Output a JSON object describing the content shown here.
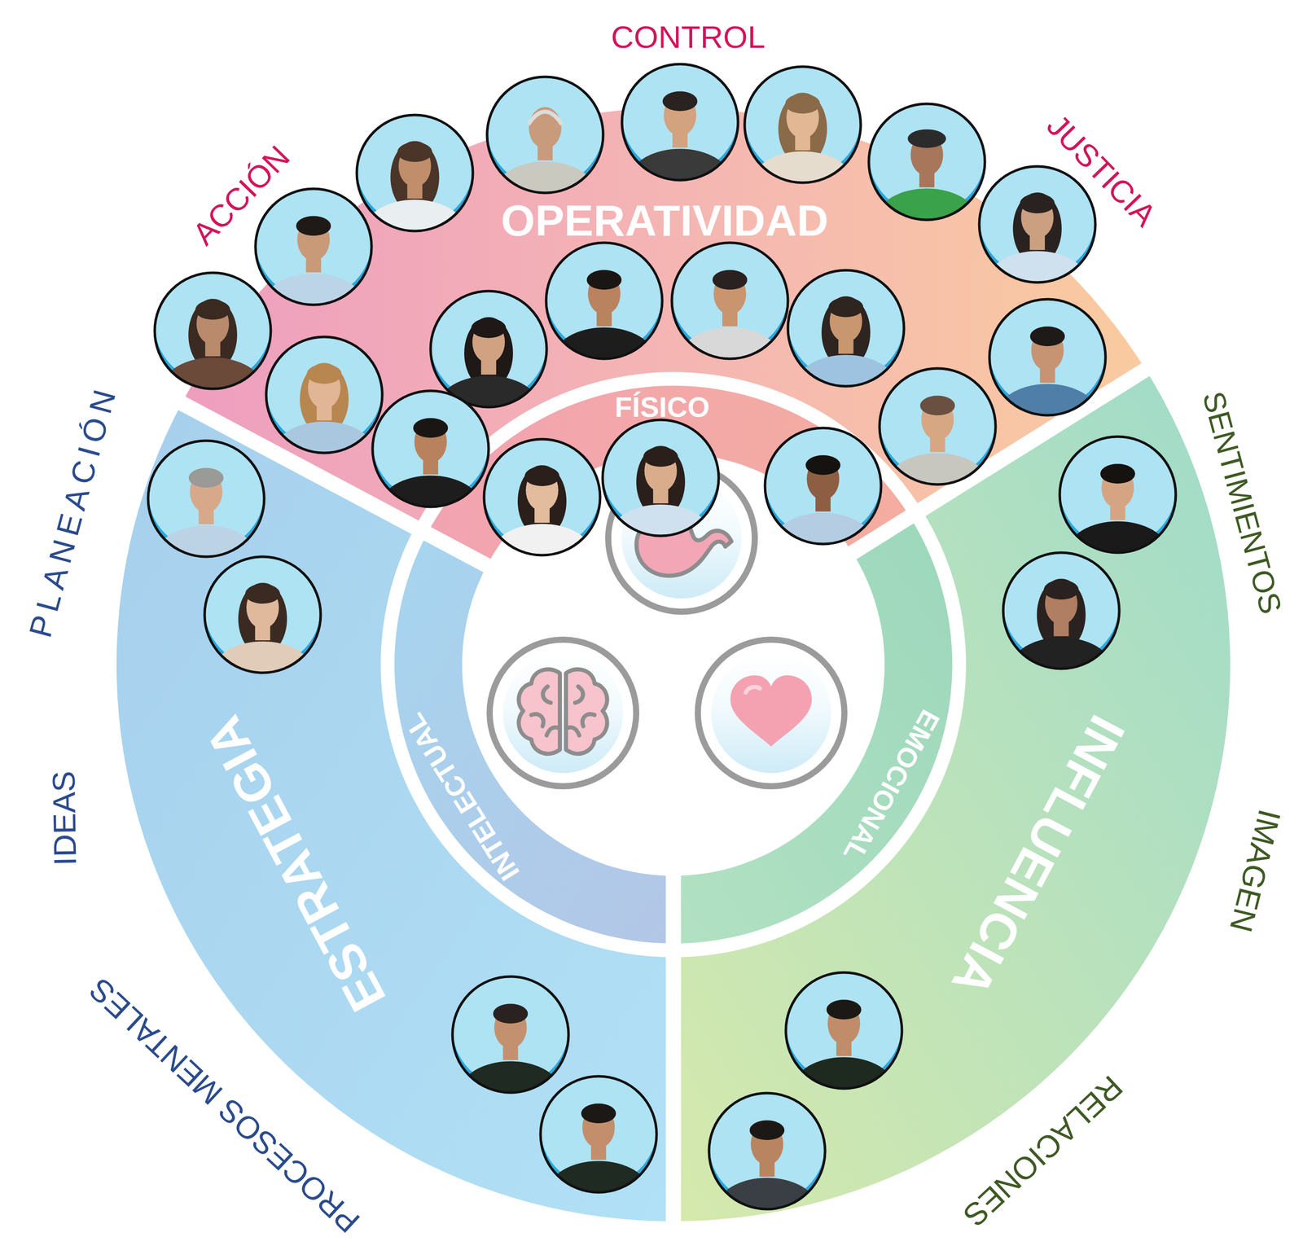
{
  "diagram": {
    "nodes": [
      {
        "text": [
          "OPERATIVIDAD"
        ]
      },
      {
        "text": [
          "FÍSICO"
        ]
      },
      {
        "text": [
          "ESTRATEGIA"
        ]
      },
      {
        "text": [
          "INTELECTUAL"
        ]
      },
      {
        "text": [
          "INFLUENCIA"
        ]
      },
      {
        "text": [
          "EMOCIONAL"
        ]
      }
    ],
    "labels": [
      "ACCIÓN",
      "CONTROL",
      "JUSTICIA",
      "PLANEACIÓN",
      "IDEAS",
      "PROCESOS MENTALES",
      "SENTIMIENTOS",
      "IMAGEN",
      "RELACIONES"
    ]
  }
}
